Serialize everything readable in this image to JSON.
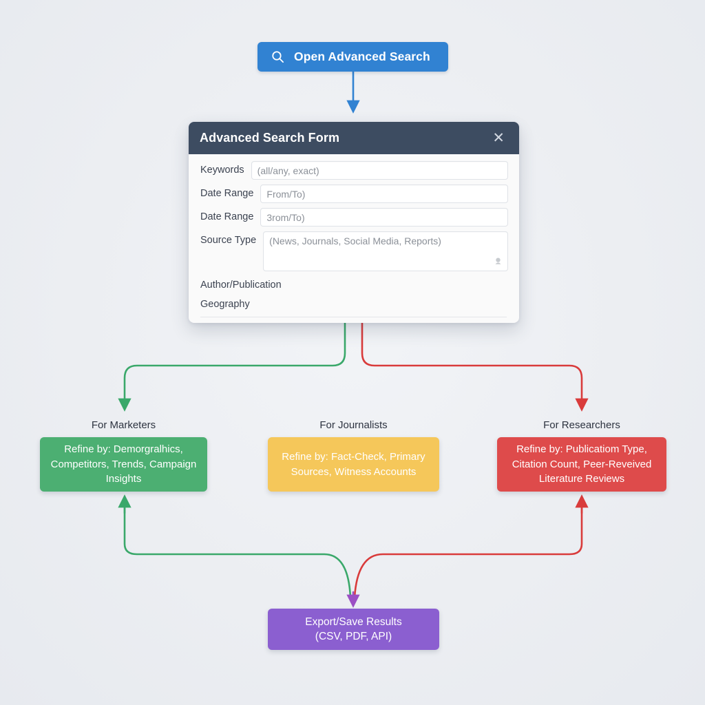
{
  "colors": {
    "background": "#eceef2",
    "primary_button": "#3182d2",
    "form_header": "#3d4c61",
    "marketers": "#4caf72",
    "journalists": "#f5c75a",
    "researchers": "#de4b4b",
    "export": "#8b5fd0",
    "arrow_blue": "#3182d2",
    "arrow_green": "#3aa86a",
    "arrow_red": "#d93b3b",
    "arrow_purple": "#9b4fc4"
  },
  "open_button": {
    "label": "Open Advanced Search",
    "icon": "search-icon"
  },
  "form": {
    "title": "Advanced Search Form",
    "close_icon": "close-icon",
    "fields": [
      {
        "label": "Keywords",
        "placeholder": "(all/any, exact)",
        "type": "text"
      },
      {
        "label": "Date Range",
        "placeholder": "From/To)",
        "type": "text"
      },
      {
        "label": "Date Range",
        "placeholder": "3rom/To)",
        "type": "text"
      },
      {
        "label": "Source Type",
        "placeholder": "(News, Journals, Social Media, Reports)",
        "type": "textarea"
      }
    ],
    "plain_rows": [
      {
        "label": "Author/Publication"
      },
      {
        "label": "Geography"
      }
    ]
  },
  "personas": [
    {
      "title": "For Marketers",
      "box_text": "Refine by: Demorgralhics, Competitors, Trends, Campaign Insights",
      "color": "#4caf72"
    },
    {
      "title": "For Journalists",
      "box_text": "Refine by: Fact-Check, Primary Sources, Witness Accounts",
      "color": "#f5c75a"
    },
    {
      "title": "For Researchers",
      "box_text": "Refine by: Publicatiom Type, Citation Count, Peer-Reveived Literature Reviews",
      "color": "#de4b4b"
    }
  ],
  "export": {
    "line1": "Export/Save Results",
    "line2": "(CSV, PDF, API)"
  }
}
